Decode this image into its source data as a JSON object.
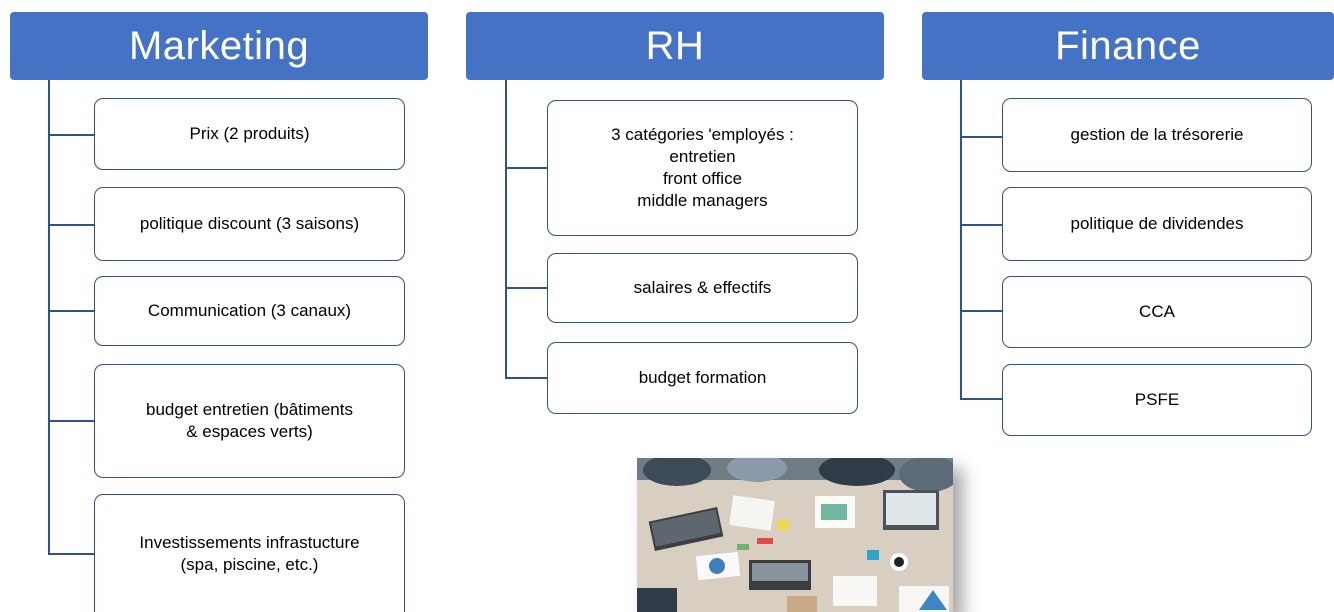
{
  "columns": [
    {
      "title": "Marketing",
      "items": [
        {
          "lines": [
            "Prix (2 produits)"
          ]
        },
        {
          "lines": [
            "politique discount (3 saisons)"
          ]
        },
        {
          "lines": [
            "Communication (3 canaux)"
          ]
        },
        {
          "lines": [
            "budget entretien (bâtiments",
            "& espaces verts)"
          ]
        },
        {
          "lines": [
            "Investissements infrastucture",
            "(spa, piscine, etc.)"
          ]
        }
      ]
    },
    {
      "title": "RH",
      "items": [
        {
          "lines": [
            "3 catégories 'employés :",
            "entretien",
            "front office",
            "middle managers"
          ]
        },
        {
          "lines": [
            "salaires & effectifs"
          ]
        },
        {
          "lines": [
            "budget formation"
          ]
        }
      ]
    },
    {
      "title": "Finance",
      "items": [
        {
          "lines": [
            "gestion de la trésorerie"
          ]
        },
        {
          "lines": [
            "politique de dividendes"
          ]
        },
        {
          "lines": [
            "CCA"
          ]
        },
        {
          "lines": [
            "PSFE"
          ]
        }
      ]
    }
  ],
  "colors": {
    "header_fill": "#4472C4",
    "line": "#2F528F",
    "box_border": "#2F528F"
  },
  "photo": {
    "icon": "team-meeting-desk-photo"
  }
}
